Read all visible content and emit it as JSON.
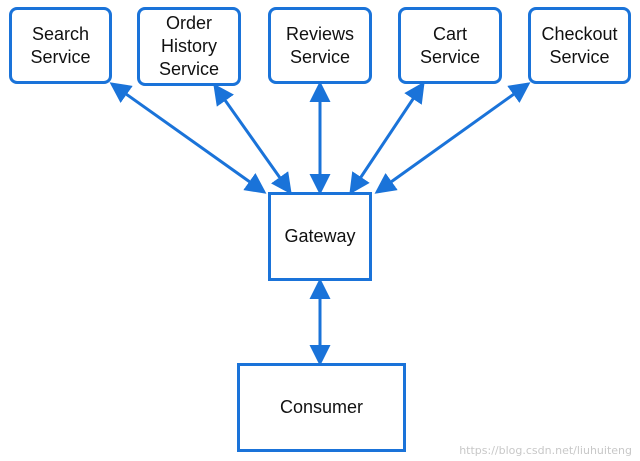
{
  "diagram": {
    "accent_color": "#1a73d9",
    "nodes": {
      "search": "Search\nService",
      "order_history": "Order\nHistory\nService",
      "reviews": "Reviews\nService",
      "cart": "Cart\nService",
      "checkout": "Checkout\nService",
      "gateway": "Gateway",
      "consumer": "Consumer"
    },
    "edges": [
      {
        "from": "search",
        "to": "gateway",
        "style": "bidirectional-arrow"
      },
      {
        "from": "order_history",
        "to": "gateway",
        "style": "bidirectional-arrow"
      },
      {
        "from": "reviews",
        "to": "gateway",
        "style": "bidirectional-arrow"
      },
      {
        "from": "cart",
        "to": "gateway",
        "style": "bidirectional-arrow"
      },
      {
        "from": "checkout",
        "to": "gateway",
        "style": "bidirectional-arrow"
      },
      {
        "from": "gateway",
        "to": "consumer",
        "style": "bidirectional-arrow"
      }
    ]
  },
  "watermark": "https://blog.csdn.net/liuhuiteng"
}
